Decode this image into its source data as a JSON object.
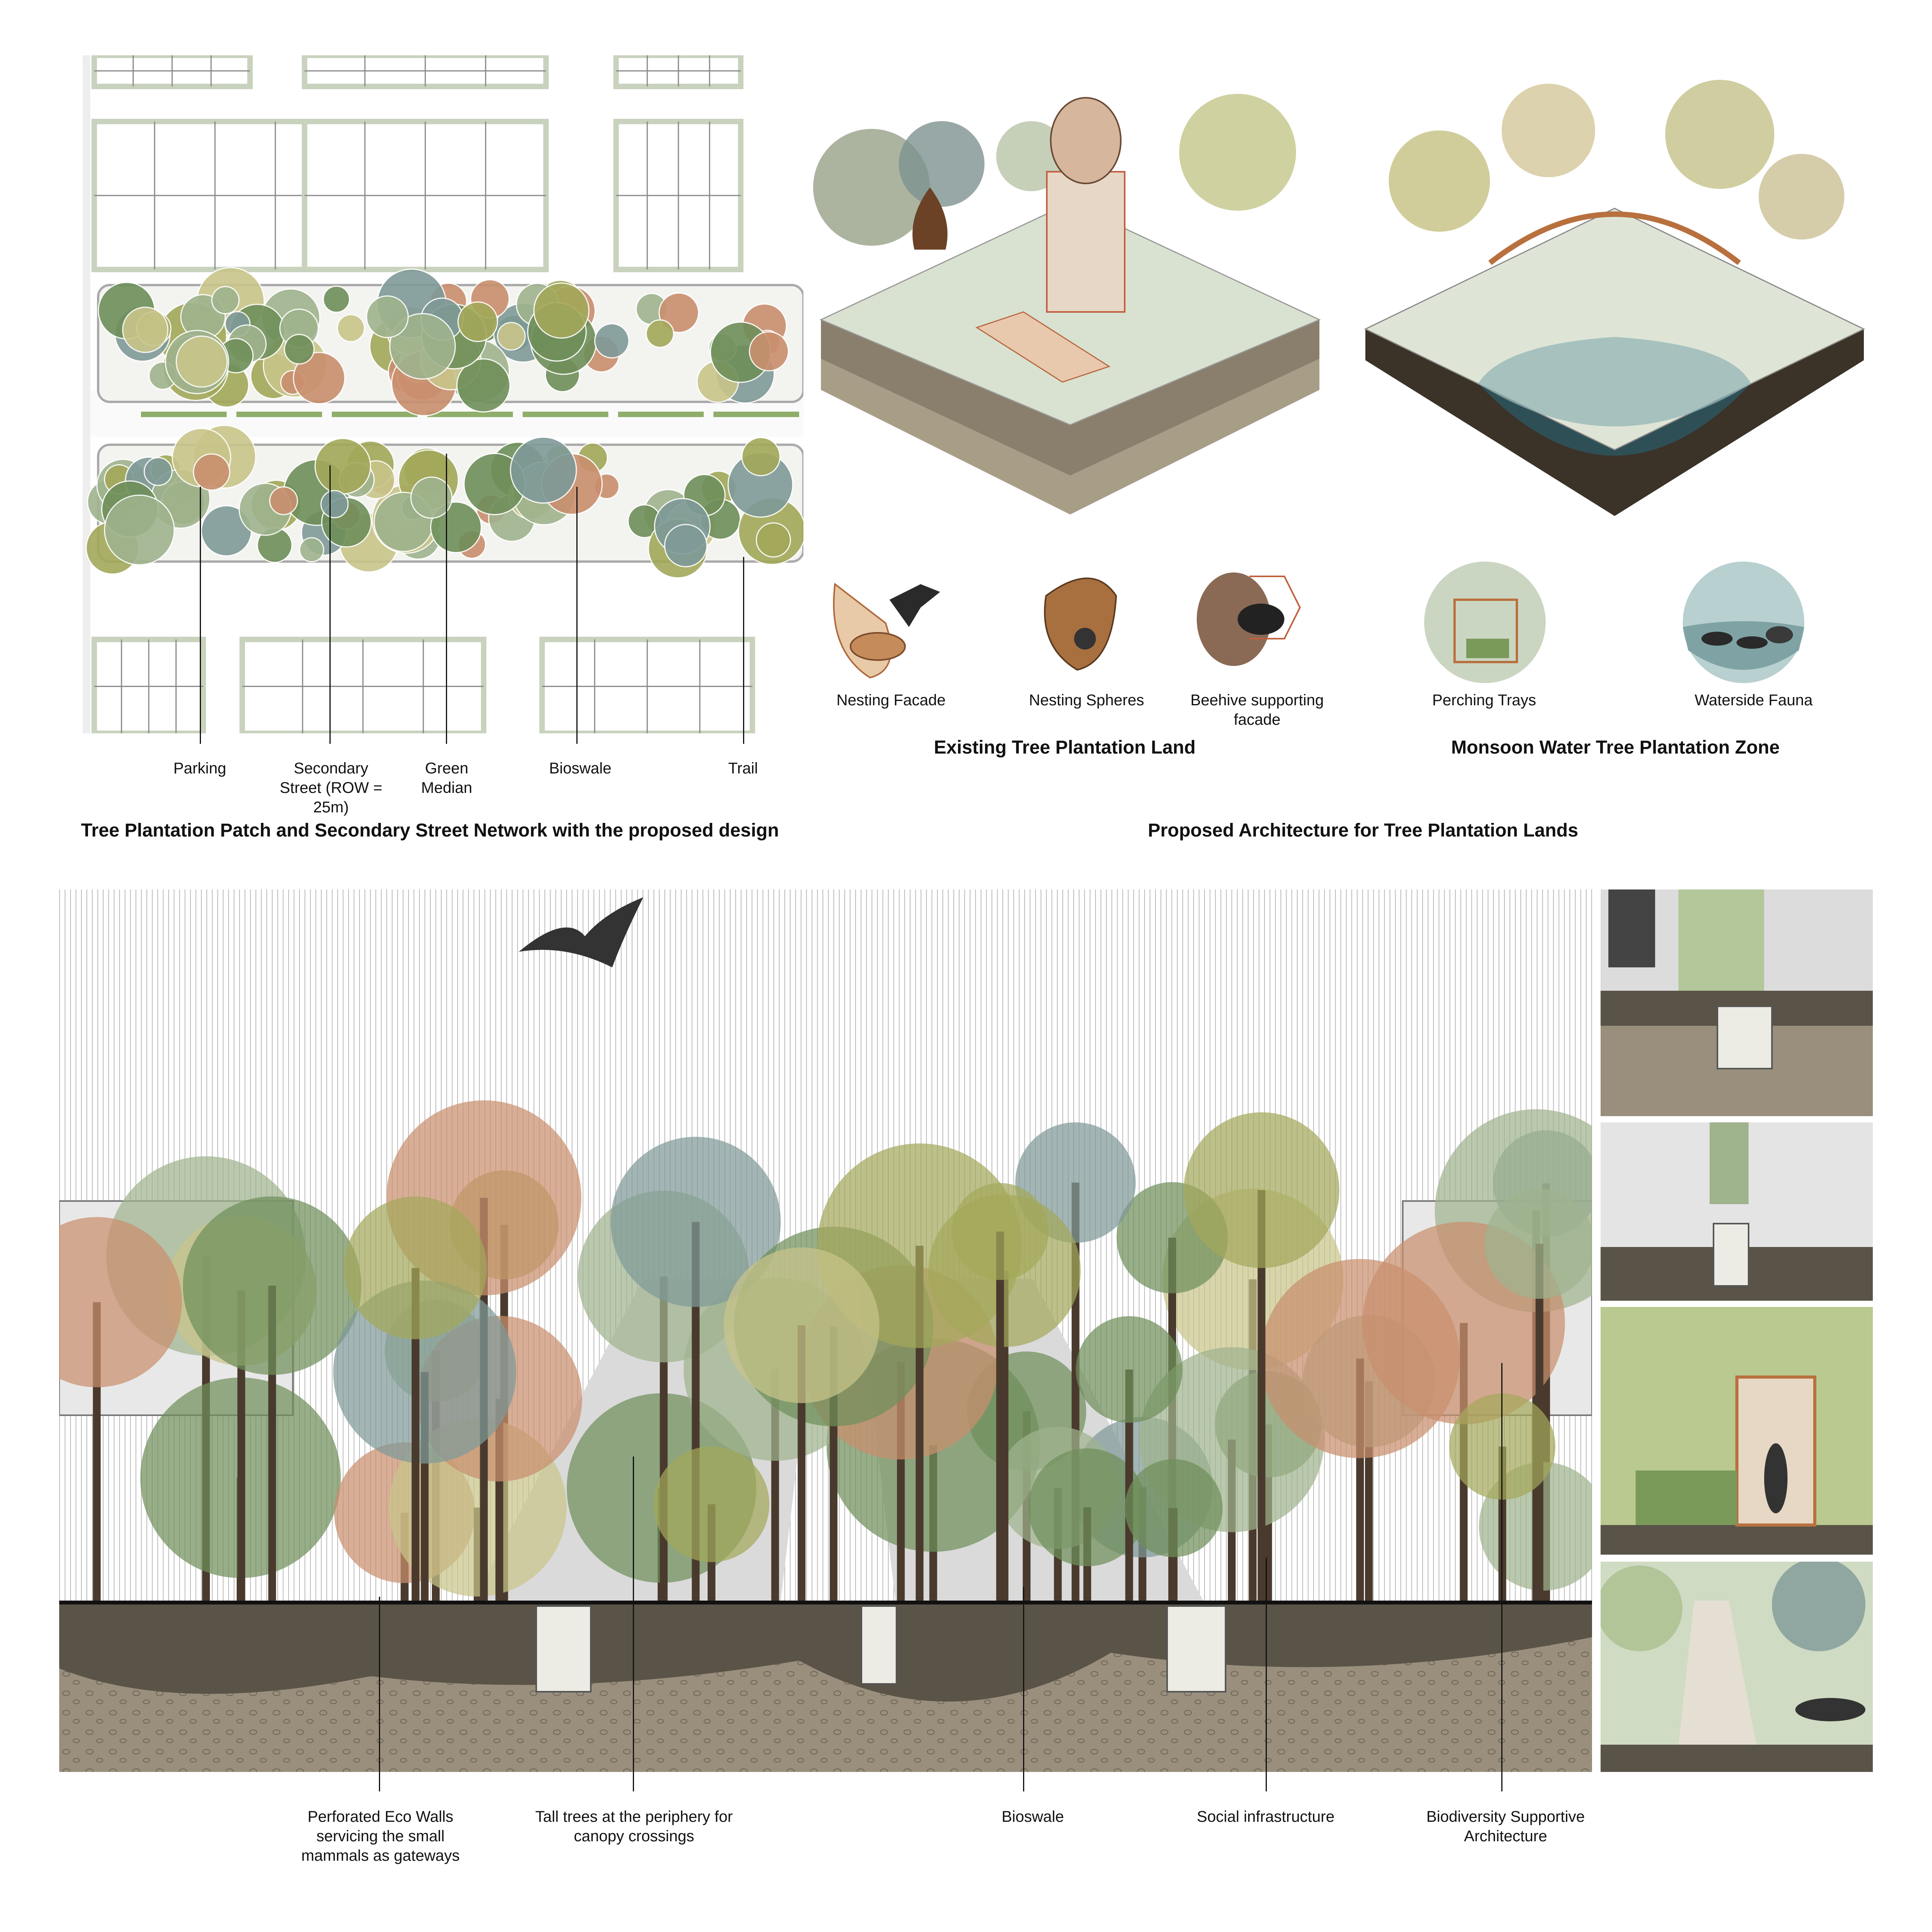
{
  "plan": {
    "title": "Tree Plantation Patch and Secondary Street Network with the proposed design",
    "labels": [
      {
        "text": "Parking"
      },
      {
        "text": "Secondary\nStreet (ROW =\n25m)"
      },
      {
        "text": "Green\nMedian"
      },
      {
        "text": "Bioswale"
      },
      {
        "text": "Trail"
      }
    ]
  },
  "architecture": {
    "title": "Proposed Architecture for Tree Plantation Lands",
    "zones": [
      {
        "title": "Existing Tree Plantation Land"
      },
      {
        "title": "Monsoon Water Tree Plantation Zone"
      }
    ],
    "elements": [
      {
        "label": "Nesting Facade"
      },
      {
        "label": "Nesting Spheres"
      },
      {
        "label": "Beehive supporting\nfacade"
      },
      {
        "label": "Perching Trays"
      },
      {
        "label": "Waterside Fauna"
      }
    ]
  },
  "section": {
    "labels": [
      {
        "text": "Perforated Eco Walls\nservicing the small\nmammals as gateways"
      },
      {
        "text": "Tall trees at the periphery for\ncanopy crossings"
      },
      {
        "text": "Bioswale"
      },
      {
        "text": "Social infrastructure"
      },
      {
        "text": "Biodiversity Supportive\nArchitecture"
      }
    ]
  },
  "colors": {
    "sage": "#9fb38d",
    "olive": "#a3a85a",
    "terracotta": "#c98f6e",
    "teal": "#7f9a98",
    "soil": "#5a5347",
    "gravel": "#9a8f7d",
    "water": "#2e4f55"
  }
}
